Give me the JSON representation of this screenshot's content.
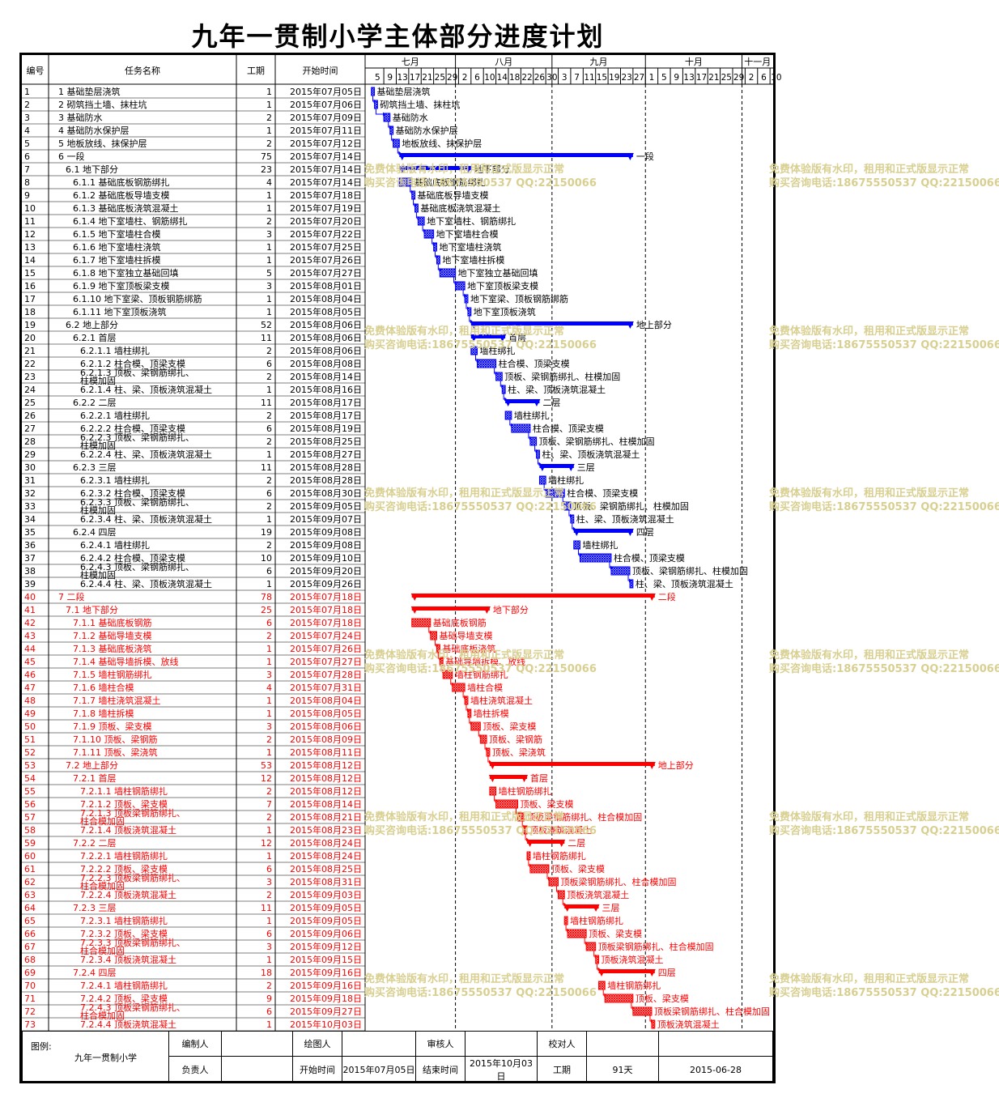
{
  "title": "九年一贯制小学主体部分进度计划",
  "header": {
    "id": "编号",
    "name": "任务名称",
    "duration": "工期",
    "start": "开始时间"
  },
  "months": [
    "七月",
    "八月",
    "九月",
    "十月",
    "十一月"
  ],
  "day_ticks": [
    "5",
    "9",
    "13",
    "17",
    "21",
    "25",
    "29",
    "2",
    "6",
    "10",
    "14",
    "18",
    "22",
    "26",
    "30",
    "3",
    "7",
    "11",
    "15",
    "19",
    "23",
    "27",
    "1",
    "5",
    "9",
    "13",
    "17",
    "21",
    "25",
    "29",
    "2",
    "6",
    "10"
  ],
  "colors": {
    "blue": "#0000ff",
    "red": "#ff0000",
    "blue_fill": "#8888e8",
    "red_fill": "#e88080"
  },
  "watermark": {
    "line1": "免费体验版有水印，租用和正式版显示正常",
    "line2": "购买咨询电话:18675550537 QQ:22150066"
  },
  "chart_data": {
    "type": "gantt",
    "axis_start": "2015-07-03",
    "axis_end": "2015-11-11",
    "tasks": [
      {
        "id": "1",
        "name": "1 基础垫层浇筑",
        "duration": 1,
        "start": "2015年07月05日",
        "label": "基础垫层浇筑",
        "level": 0,
        "summary": false,
        "color": "blue"
      },
      {
        "id": "2",
        "name": "2 砌筑挡土墙、抹柱坑",
        "duration": 1,
        "start": "2015年07月06日",
        "label": "砌筑挡土墙、抹柱坑",
        "level": 0,
        "summary": false,
        "color": "blue"
      },
      {
        "id": "3",
        "name": "3 基础防水",
        "duration": 2,
        "start": "2015年07月09日",
        "label": "基础防水",
        "level": 0,
        "summary": false,
        "color": "blue"
      },
      {
        "id": "4",
        "name": "4 基础防水保护层",
        "duration": 1,
        "start": "2015年07月11日",
        "label": "基础防水保护层",
        "level": 0,
        "summary": false,
        "color": "blue"
      },
      {
        "id": "5",
        "name": "5 地板放线、抹保护层",
        "duration": 2,
        "start": "2015年07月12日",
        "label": "地板放线、抹保护层",
        "level": 0,
        "summary": false,
        "color": "blue"
      },
      {
        "id": "6",
        "name": "6 一段",
        "duration": 75,
        "start": "2015年07月14日",
        "label": "一段",
        "level": 0,
        "summary": true,
        "color": "blue"
      },
      {
        "id": "7",
        "name": "6.1 地下部分",
        "duration": 23,
        "start": "2015年07月14日",
        "label": "地下部分",
        "level": 1,
        "summary": true,
        "color": "blue"
      },
      {
        "id": "8",
        "name": "6.1.1 基础底板钢筋绑扎",
        "duration": 4,
        "start": "2015年07月14日",
        "label": "基础底板钢筋绑扎",
        "level": 2,
        "summary": false,
        "color": "blue"
      },
      {
        "id": "9",
        "name": "6.1.2 基础底板导墙支模",
        "duration": 1,
        "start": "2015年07月18日",
        "label": "基础底板导墙支模",
        "level": 2,
        "summary": false,
        "color": "blue"
      },
      {
        "id": "10",
        "name": "6.1.3 基础底板浇筑混凝土",
        "duration": 1,
        "start": "2015年07月19日",
        "label": "基础底板浇筑混凝土",
        "level": 2,
        "summary": false,
        "color": "blue"
      },
      {
        "id": "11",
        "name": "6.1.4 地下室墙柱、钢筋绑扎",
        "duration": 2,
        "start": "2015年07月20日",
        "label": "地下室墙柱、钢筋绑扎",
        "level": 2,
        "summary": false,
        "color": "blue"
      },
      {
        "id": "12",
        "name": "6.1.5 地下室墙柱合模",
        "duration": 3,
        "start": "2015年07月22日",
        "label": "地下室墙柱合模",
        "level": 2,
        "summary": false,
        "color": "blue"
      },
      {
        "id": "13",
        "name": "6.1.6 地下室墙柱浇筑",
        "duration": 1,
        "start": "2015年07月25日",
        "label": "地下室墙柱浇筑",
        "level": 2,
        "summary": false,
        "color": "blue"
      },
      {
        "id": "14",
        "name": "6.1.7 地下室墙柱拆模",
        "duration": 1,
        "start": "2015年07月26日",
        "label": "地下室墙柱拆模",
        "level": 2,
        "summary": false,
        "color": "blue"
      },
      {
        "id": "15",
        "name": "6.1.8 地下室独立基础回填",
        "duration": 5,
        "start": "2015年07月27日",
        "label": "地下室独立基础回填",
        "level": 2,
        "summary": false,
        "color": "blue"
      },
      {
        "id": "16",
        "name": "6.1.9 地下室顶板梁支模",
        "duration": 3,
        "start": "2015年08月01日",
        "label": "地下室顶板梁支模",
        "level": 2,
        "summary": false,
        "color": "blue"
      },
      {
        "id": "17",
        "name": "6.1.10 地下室梁、顶板钢筋绑筋",
        "duration": 1,
        "start": "2015年08月04日",
        "label": "地下室梁、顶板钢筋绑筋",
        "level": 2,
        "summary": false,
        "color": "blue"
      },
      {
        "id": "18",
        "name": "6.1.11 地下室顶板浇筑",
        "duration": 1,
        "start": "2015年08月05日",
        "label": "地下室顶板浇筑",
        "level": 2,
        "summary": false,
        "color": "blue"
      },
      {
        "id": "19",
        "name": "6.2 地上部分",
        "duration": 52,
        "start": "2015年08月06日",
        "label": "地上部分",
        "level": 1,
        "summary": true,
        "color": "blue"
      },
      {
        "id": "20",
        "name": "6.2.1 首层",
        "duration": 11,
        "start": "2015年08月06日",
        "label": "首层",
        "level": 2,
        "summary": true,
        "color": "blue"
      },
      {
        "id": "21",
        "name": "6.2.1.1 墙柱绑扎",
        "duration": 2,
        "start": "2015年08月06日",
        "label": "墙柱绑扎",
        "level": 3,
        "summary": false,
        "color": "blue"
      },
      {
        "id": "22",
        "name": "6.2.1.2 柱合模、顶梁支模",
        "duration": 6,
        "start": "2015年08月08日",
        "label": "柱合模、顶梁支模",
        "level": 3,
        "summary": false,
        "color": "blue"
      },
      {
        "id": "23",
        "name": "6.2.1.3 顶板、梁钢筋绑扎、柱模加固",
        "duration": 2,
        "start": "2015年08月14日",
        "label": "顶板、梁钢筋绑扎、柱模加固",
        "level": 3,
        "summary": false,
        "color": "blue"
      },
      {
        "id": "24",
        "name": "6.2.1.4 柱、梁、顶板浇筑混凝土",
        "duration": 1,
        "start": "2015年08月16日",
        "label": "柱、梁、顶板浇筑混凝土",
        "level": 3,
        "summary": false,
        "color": "blue"
      },
      {
        "id": "25",
        "name": "6.2.2 二层",
        "duration": 11,
        "start": "2015年08月17日",
        "label": "二层",
        "level": 2,
        "summary": true,
        "color": "blue"
      },
      {
        "id": "26",
        "name": "6.2.2.1 墙柱绑扎",
        "duration": 2,
        "start": "2015年08月17日",
        "label": "墙柱绑扎",
        "level": 3,
        "summary": false,
        "color": "blue"
      },
      {
        "id": "27",
        "name": "6.2.2.2 柱合模、顶梁支模",
        "duration": 6,
        "start": "2015年08月19日",
        "label": "柱合模、顶梁支模",
        "level": 3,
        "summary": false,
        "color": "blue"
      },
      {
        "id": "28",
        "name": "6.2.2.3 顶板、梁钢筋绑扎、柱模加固",
        "duration": 2,
        "start": "2015年08月25日",
        "label": "顶板、梁钢筋绑扎、柱模加固",
        "level": 3,
        "summary": false,
        "color": "blue"
      },
      {
        "id": "29",
        "name": "6.2.2.4 柱、梁、顶板浇筑混凝土",
        "duration": 1,
        "start": "2015年08月27日",
        "label": "柱、梁、顶板浇筑混凝土",
        "level": 3,
        "summary": false,
        "color": "blue"
      },
      {
        "id": "30",
        "name": "6.2.3 三层",
        "duration": 11,
        "start": "2015年08月28日",
        "label": "三层",
        "level": 2,
        "summary": true,
        "color": "blue"
      },
      {
        "id": "31",
        "name": "6.2.3.1 墙柱绑扎",
        "duration": 2,
        "start": "2015年08月28日",
        "label": "墙柱绑扎",
        "level": 3,
        "summary": false,
        "color": "blue"
      },
      {
        "id": "32",
        "name": "6.2.3.2 柱合模、顶梁支模",
        "duration": 6,
        "start": "2015年08月30日",
        "label": "柱合模、顶梁支模",
        "level": 3,
        "summary": false,
        "color": "blue"
      },
      {
        "id": "33",
        "name": "6.2.3.3 顶板、梁钢筋绑扎、柱模加固",
        "duration": 2,
        "start": "2015年09月05日",
        "label": "顶板、梁钢筋绑扎、柱模加固",
        "level": 3,
        "summary": false,
        "color": "blue"
      },
      {
        "id": "34",
        "name": "6.2.3.4 柱、梁、顶板浇筑混凝土",
        "duration": 1,
        "start": "2015年09月07日",
        "label": "柱、梁、顶板浇筑混凝土",
        "level": 3,
        "summary": false,
        "color": "blue"
      },
      {
        "id": "35",
        "name": "6.2.4 四层",
        "duration": 19,
        "start": "2015年09月08日",
        "label": "四层",
        "level": 2,
        "summary": true,
        "color": "blue"
      },
      {
        "id": "36",
        "name": "6.2.4.1 墙柱绑扎",
        "duration": 2,
        "start": "2015年09月08日",
        "label": "墙柱绑扎",
        "level": 3,
        "summary": false,
        "color": "blue"
      },
      {
        "id": "37",
        "name": "6.2.4.2 柱合模、顶梁支模",
        "duration": 10,
        "start": "2015年09月10日",
        "label": "柱合模、顶梁支模",
        "level": 3,
        "summary": false,
        "color": "blue"
      },
      {
        "id": "38",
        "name": "6.2.4.3 顶板、梁钢筋绑扎、柱模加固",
        "duration": 6,
        "start": "2015年09月20日",
        "label": "顶板、梁钢筋绑扎、柱模加固",
        "level": 3,
        "summary": false,
        "color": "blue"
      },
      {
        "id": "39",
        "name": "6.2.4.4 柱、梁、顶板浇筑混凝土",
        "duration": 1,
        "start": "2015年09月26日",
        "label": "柱、梁、顶板浇筑混凝土",
        "level": 3,
        "summary": false,
        "color": "blue"
      },
      {
        "id": "40",
        "name": "7 二段",
        "duration": 78,
        "start": "2015年07月18日",
        "label": "二段",
        "level": 0,
        "summary": true,
        "color": "red"
      },
      {
        "id": "41",
        "name": "7.1 地下部分",
        "duration": 25,
        "start": "2015年07月18日",
        "label": "地下部分",
        "level": 1,
        "summary": true,
        "color": "red"
      },
      {
        "id": "42",
        "name": "7.1.1 基础底板钢筋",
        "duration": 6,
        "start": "2015年07月18日",
        "label": "基础底板钢筋",
        "level": 2,
        "summary": false,
        "color": "red"
      },
      {
        "id": "43",
        "name": "7.1.2 基础导墙支模",
        "duration": 2,
        "start": "2015年07月24日",
        "label": "基础导墙支模",
        "level": 2,
        "summary": false,
        "color": "red"
      },
      {
        "id": "44",
        "name": "7.1.3 基础底板浇筑",
        "duration": 1,
        "start": "2015年07月26日",
        "label": "基础底板浇筑",
        "level": 2,
        "summary": false,
        "color": "red"
      },
      {
        "id": "45",
        "name": "7.1.4 基础导墙拆模、放线",
        "duration": 1,
        "start": "2015年07月27日",
        "label": "基础导墙拆模、放线",
        "level": 2,
        "summary": false,
        "color": "red"
      },
      {
        "id": "46",
        "name": "7.1.5 墙柱钢筋绑扎",
        "duration": 3,
        "start": "2015年07月28日",
        "label": "墙柱钢筋绑扎",
        "level": 2,
        "summary": false,
        "color": "red"
      },
      {
        "id": "47",
        "name": "7.1.6 墙柱合模",
        "duration": 4,
        "start": "2015年07月31日",
        "label": "墙柱合模",
        "level": 2,
        "summary": false,
        "color": "red"
      },
      {
        "id": "48",
        "name": "7.1.7 墙柱浇筑混凝土",
        "duration": 1,
        "start": "2015年08月04日",
        "label": "墙柱浇筑混凝土",
        "level": 2,
        "summary": false,
        "color": "red"
      },
      {
        "id": "49",
        "name": "7.1.8 墙柱拆模",
        "duration": 1,
        "start": "2015年08月05日",
        "label": "墙柱拆模",
        "level": 2,
        "summary": false,
        "color": "red"
      },
      {
        "id": "50",
        "name": "7.1.9 顶板、梁支模",
        "duration": 3,
        "start": "2015年08月06日",
        "label": "顶板、梁支模",
        "level": 2,
        "summary": false,
        "color": "red"
      },
      {
        "id": "51",
        "name": "7.1.10 顶板、梁钢筋",
        "duration": 2,
        "start": "2015年08月09日",
        "label": "顶板、梁钢筋",
        "level": 2,
        "summary": false,
        "color": "red"
      },
      {
        "id": "52",
        "name": "7.1.11 顶板、梁浇筑",
        "duration": 1,
        "start": "2015年08月11日",
        "label": "顶板、梁浇筑",
        "level": 2,
        "summary": false,
        "color": "red"
      },
      {
        "id": "53",
        "name": "7.2 地上部分",
        "duration": 53,
        "start": "2015年08月12日",
        "label": "地上部分",
        "level": 1,
        "summary": true,
        "color": "red"
      },
      {
        "id": "54",
        "name": "7.2.1 首层",
        "duration": 12,
        "start": "2015年08月12日",
        "label": "首层",
        "level": 2,
        "summary": true,
        "color": "red"
      },
      {
        "id": "55",
        "name": "7.2.1.1 墙柱钢筋绑扎",
        "duration": 2,
        "start": "2015年08月12日",
        "label": "墙柱钢筋绑扎",
        "level": 3,
        "summary": false,
        "color": "red"
      },
      {
        "id": "56",
        "name": "7.2.1.2 顶板、梁支模",
        "duration": 7,
        "start": "2015年08月14日",
        "label": "顶板、梁支模",
        "level": 3,
        "summary": false,
        "color": "red"
      },
      {
        "id": "57",
        "name": "7.2.1.3 顶板梁钢筋绑扎、柱合模加固",
        "duration": 2,
        "start": "2015年08月21日",
        "label": "顶板梁钢筋绑扎、柱合模加固",
        "level": 3,
        "summary": false,
        "color": "red"
      },
      {
        "id": "58",
        "name": "7.2.1.4 顶板浇筑混凝土",
        "duration": 1,
        "start": "2015年08月23日",
        "label": "顶板浇筑混凝土",
        "level": 3,
        "summary": false,
        "color": "red"
      },
      {
        "id": "59",
        "name": "7.2.2 二层",
        "duration": 12,
        "start": "2015年08月24日",
        "label": "二层",
        "level": 2,
        "summary": true,
        "color": "red"
      },
      {
        "id": "60",
        "name": "7.2.2.1 墙柱钢筋绑扎",
        "duration": 1,
        "start": "2015年08月24日",
        "label": "墙柱钢筋绑扎",
        "level": 3,
        "summary": false,
        "color": "red"
      },
      {
        "id": "61",
        "name": "7.2.2.2 顶板、梁支模",
        "duration": 6,
        "start": "2015年08月25日",
        "label": "顶板、梁支模",
        "level": 3,
        "summary": false,
        "color": "red"
      },
      {
        "id": "62",
        "name": "7.2.2.3 顶板梁钢筋绑扎、柱合模加固",
        "duration": 3,
        "start": "2015年08月31日",
        "label": "顶板梁钢筋绑扎、柱合模加固",
        "level": 3,
        "summary": false,
        "color": "red"
      },
      {
        "id": "63",
        "name": "7.2.2.4 顶板浇筑混凝土",
        "duration": 2,
        "start": "2015年09月03日",
        "label": "顶板浇筑混凝土",
        "level": 3,
        "summary": false,
        "color": "red"
      },
      {
        "id": "64",
        "name": "7.2.3 三层",
        "duration": 11,
        "start": "2015年09月05日",
        "label": "三层",
        "level": 2,
        "summary": true,
        "color": "red"
      },
      {
        "id": "65",
        "name": "7.2.3.1 墙柱钢筋绑扎",
        "duration": 1,
        "start": "2015年09月05日",
        "label": "墙柱钢筋绑扎",
        "level": 3,
        "summary": false,
        "color": "red"
      },
      {
        "id": "66",
        "name": "7.2.3.2 顶板、梁支模",
        "duration": 6,
        "start": "2015年09月06日",
        "label": "顶板、梁支模",
        "level": 3,
        "summary": false,
        "color": "red"
      },
      {
        "id": "67",
        "name": "7.2.3.3 顶板梁钢筋绑扎、柱合模加固",
        "duration": 3,
        "start": "2015年09月12日",
        "label": "顶板梁钢筋绑扎、柱合模加固",
        "level": 3,
        "summary": false,
        "color": "red"
      },
      {
        "id": "68",
        "name": "7.2.3.4 顶板浇筑混凝土",
        "duration": 1,
        "start": "2015年09月15日",
        "label": "顶板浇筑混凝土",
        "level": 3,
        "summary": false,
        "color": "red"
      },
      {
        "id": "69",
        "name": "7.2.4 四层",
        "duration": 18,
        "start": "2015年09月16日",
        "label": "四层",
        "level": 2,
        "summary": true,
        "color": "red"
      },
      {
        "id": "70",
        "name": "7.2.4.1 墙柱钢筋绑扎",
        "duration": 2,
        "start": "2015年09月16日",
        "label": "墙柱钢筋绑扎",
        "level": 3,
        "summary": false,
        "color": "red"
      },
      {
        "id": "71",
        "name": "7.2.4.2 顶板、梁支模",
        "duration": 9,
        "start": "2015年09月18日",
        "label": "顶板、梁支模",
        "level": 3,
        "summary": false,
        "color": "red"
      },
      {
        "id": "72",
        "name": "7.2.4.3 顶板梁钢筋绑扎、柱合模加固",
        "duration": 6,
        "start": "2015年09月27日",
        "label": "顶板梁钢筋绑扎、柱合模加固",
        "level": 3,
        "summary": false,
        "color": "red"
      },
      {
        "id": "73",
        "name": "7.2.4.4 顶板浇筑混凝土",
        "duration": 1,
        "start": "2015年10月03日",
        "label": "顶板浇筑混凝土",
        "level": 3,
        "summary": false,
        "color": "red"
      }
    ]
  },
  "footer": {
    "legend_label": "图例:",
    "project_name": "九年一贯制小学",
    "compiler_label": "编制人",
    "drawer_label": "绘图人",
    "reviewer_label": "审核人",
    "checker_label": "校对人",
    "owner_label": "负责人",
    "start_label": "开始时间",
    "start_value": "2015年07月05日",
    "end_label": "结束时间",
    "end_value": "2015年10月03日",
    "duration_label": "工期",
    "duration_value": "91天",
    "date_value": "2015-06-28"
  }
}
